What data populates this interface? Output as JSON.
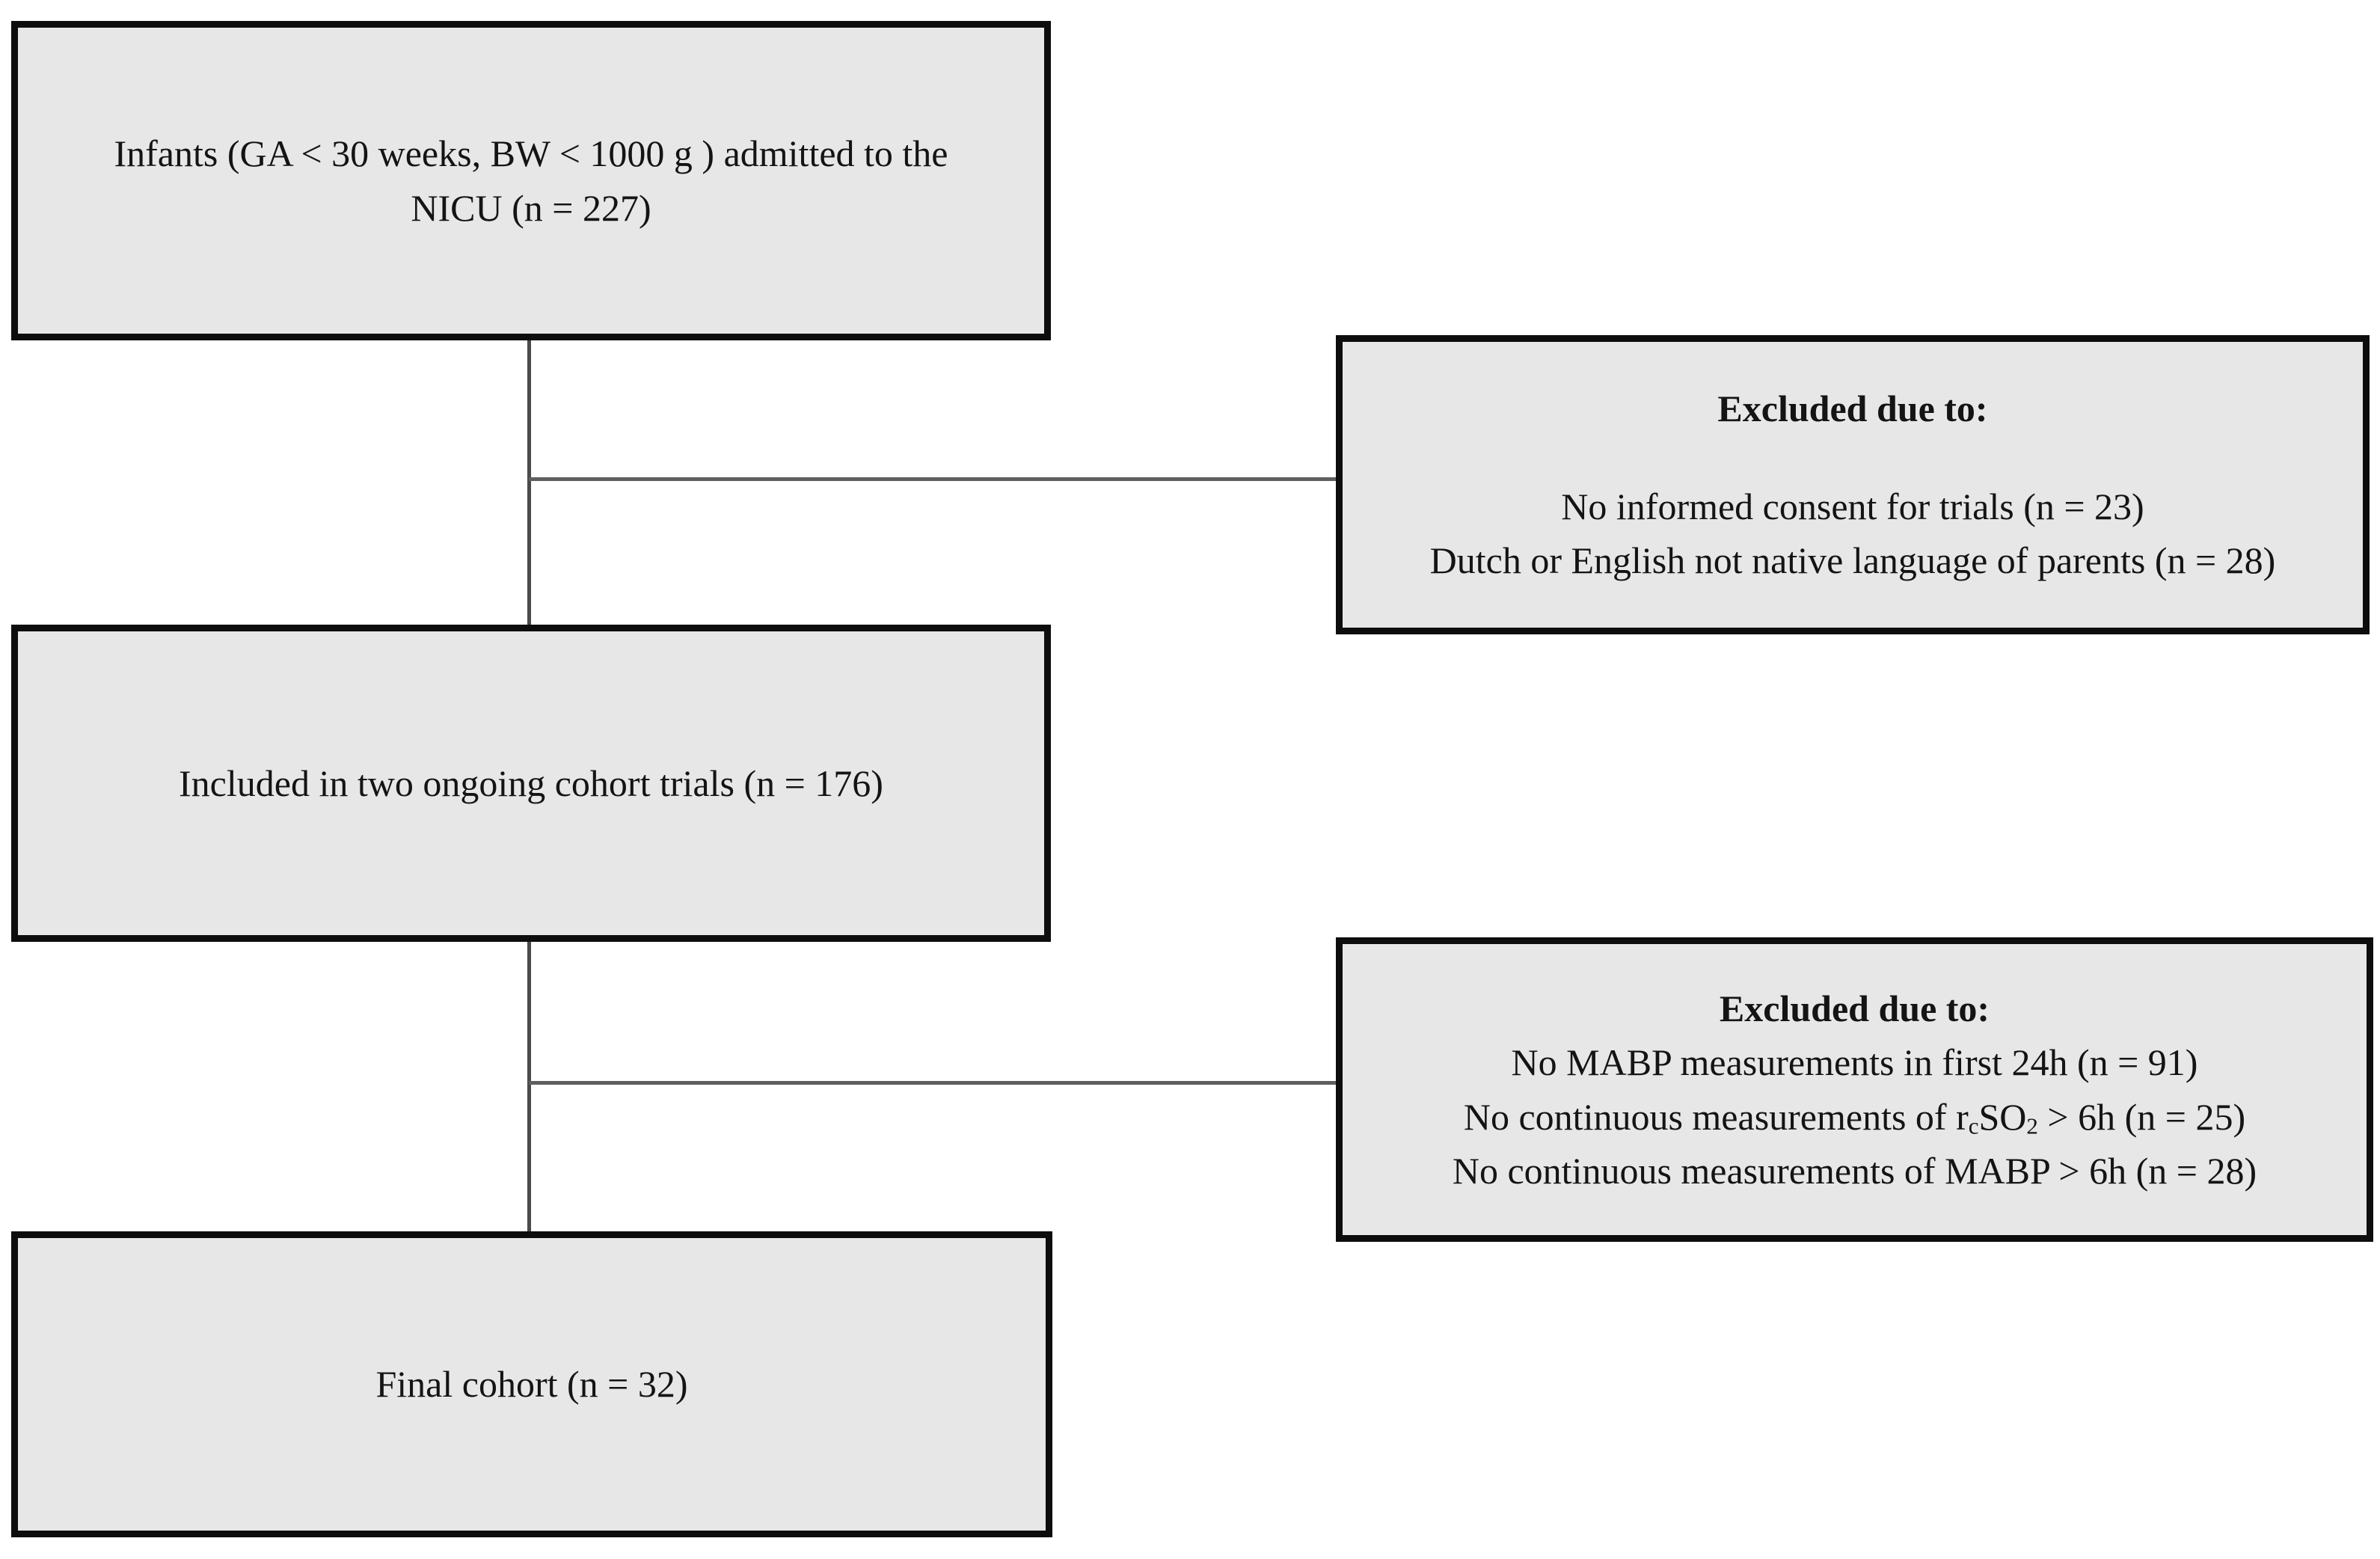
{
  "diagram": {
    "title_semantic": "Study cohort flow diagram",
    "colors": {
      "box_fill": "#e7e7e7",
      "box_border": "#0d0d0d",
      "connector": "#4a4a4a",
      "background": "#ffffff",
      "text": "#141414"
    },
    "boxes": {
      "admitted": {
        "line1": "Infants (GA < 30 weeks, BW < 1000 g ) admitted to the",
        "line2": "NICU (n = 227)"
      },
      "excluded1": {
        "heading": "Excluded due to:",
        "items": [
          "No informed consent for trials (n = 23)",
          "Dutch or English not native language of parents (n = 28)"
        ]
      },
      "included": {
        "text": "Included in two ongoing cohort trials (n = 176)"
      },
      "excluded2": {
        "heading": "Excluded due to:",
        "item1": "No MABP measurements in first 24h (n = 91)",
        "item2_pre": "No continuous measurements of r",
        "item2_sub1": "c",
        "item2_mid": "SO",
        "item2_sub2": "2",
        "item2_post": " > 6h (n = 25)",
        "item3": "No continuous measurements of MABP > 6h (n = 28)"
      },
      "final": {
        "text": "Final cohort (n = 32)"
      }
    }
  }
}
